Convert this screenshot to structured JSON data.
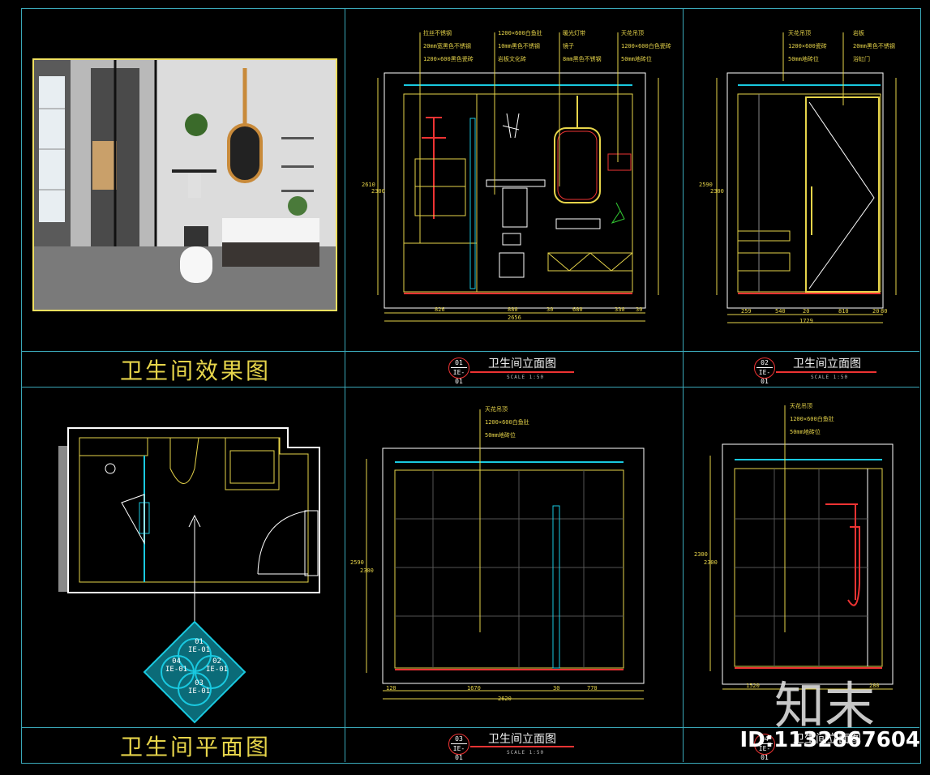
{
  "panels": {
    "render": {
      "title": "卫生间效果图"
    },
    "plan": {
      "title": "卫生间平面图"
    },
    "elev01": {
      "title": "卫生间立面图",
      "tag_num": "01",
      "tag_ref": "IE-01",
      "scale": "SCALE   1:50"
    },
    "elev02": {
      "title": "卫生间立面图",
      "tag_num": "02",
      "tag_ref": "IE-01",
      "scale": "SCALE   1:50"
    },
    "elev03": {
      "title": "卫生间立面图",
      "tag_num": "03",
      "tag_ref": "IE-01",
      "scale": "SCALE   1:50"
    },
    "elev04": {
      "title": "卫生间立面图",
      "tag_num": "04",
      "tag_ref": "IE-01"
    }
  },
  "index_symbol": {
    "n01": "01",
    "r01": "IE-01",
    "n02": "02",
    "r02": "IE-01",
    "n03": "03",
    "r03": "IE-01",
    "n04": "04",
    "r04": "IE-01"
  },
  "elev01": {
    "dims_bottom": [
      "826",
      "880",
      "30",
      "680",
      "330",
      "30"
    ],
    "dim_total": "2656",
    "dim_height": "2300",
    "dim_outer": "2610",
    "annotations": [
      "拉丝不锈钢",
      "20mm宽黑色不锈钢",
      "1200×600黑色瓷砖",
      "1200×600白鱼肚",
      "10mm黑色不锈钢",
      "岩板文化砖",
      "暖光灯带",
      "镜子",
      "8mm黑色不锈钢",
      "天花吊顶",
      "1200×600白色瓷砖",
      "50mm地砖位"
    ]
  },
  "elev02": {
    "dims_bottom": [
      "259",
      "540",
      "20",
      "810",
      "20",
      "80"
    ],
    "dim_total": "1729",
    "dim_height": "2300",
    "dim_outer": "2590",
    "annotations": [
      "天花吊顶",
      "1200×600瓷砖",
      "50mm地砖位",
      "岩板",
      "20mm黑色不锈钢",
      "浴缸门"
    ]
  },
  "elev03": {
    "dims_bottom": [
      "120",
      "1670",
      "30",
      "770"
    ],
    "dim_total": "2620",
    "dim_height": "2300",
    "dim_outer": "2590",
    "annotations": [
      "天花吊顶",
      "1200×600白鱼肚",
      "50mm地砖位"
    ]
  },
  "elev04": {
    "dims_bottom": [
      "1520",
      "280"
    ],
    "dim_height": "2300",
    "dim_outer": "2300",
    "annotations": [
      "天花吊顶",
      "1200×600白鱼肚",
      "50mm地砖位"
    ]
  },
  "watermark": {
    "logo": "知末",
    "id": "ID:1132867604"
  },
  "colors": {
    "frame": "#3aa7b8",
    "yellow": "#e6d44a",
    "red": "#e33",
    "cyan": "#19c9e0"
  }
}
